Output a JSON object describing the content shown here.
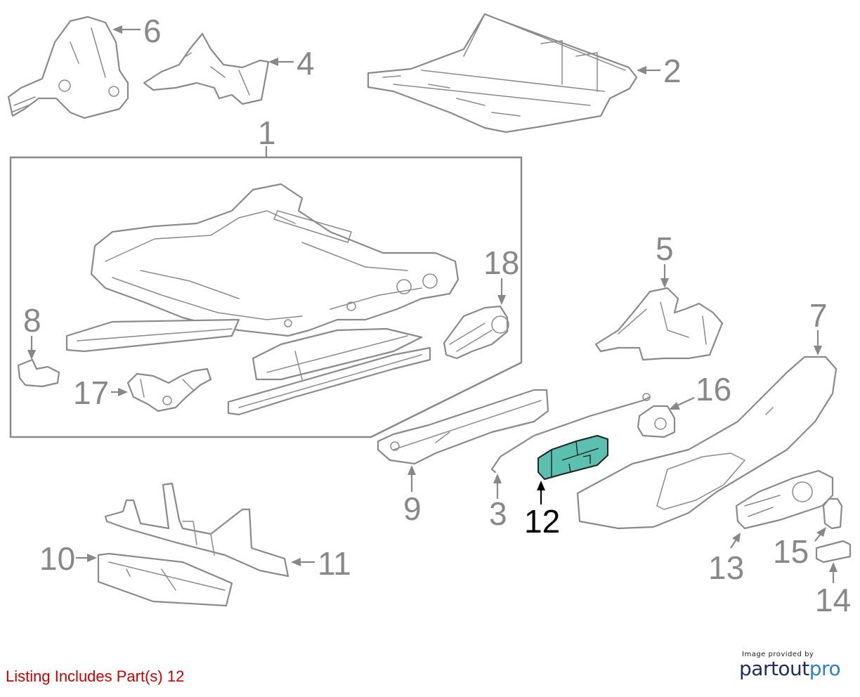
{
  "diagram": {
    "highlight_color": "#5cc0b0",
    "callouts": {
      "c1": "1",
      "c2": "2",
      "c3": "3",
      "c4": "4",
      "c5": "5",
      "c6": "6",
      "c7": "7",
      "c8": "8",
      "c9": "9",
      "c10": "10",
      "c11": "11",
      "c12": "12",
      "c13": "13",
      "c14": "14",
      "c15": "15",
      "c16": "16",
      "c17": "17",
      "c18": "18"
    },
    "highlighted_part": "12"
  },
  "listing": {
    "text": "Listing Includes Part(s)  12",
    "color": "#cc0000"
  },
  "credit": {
    "small": "Image provided by",
    "brand_part1": "partout",
    "brand_part2": "pro"
  }
}
